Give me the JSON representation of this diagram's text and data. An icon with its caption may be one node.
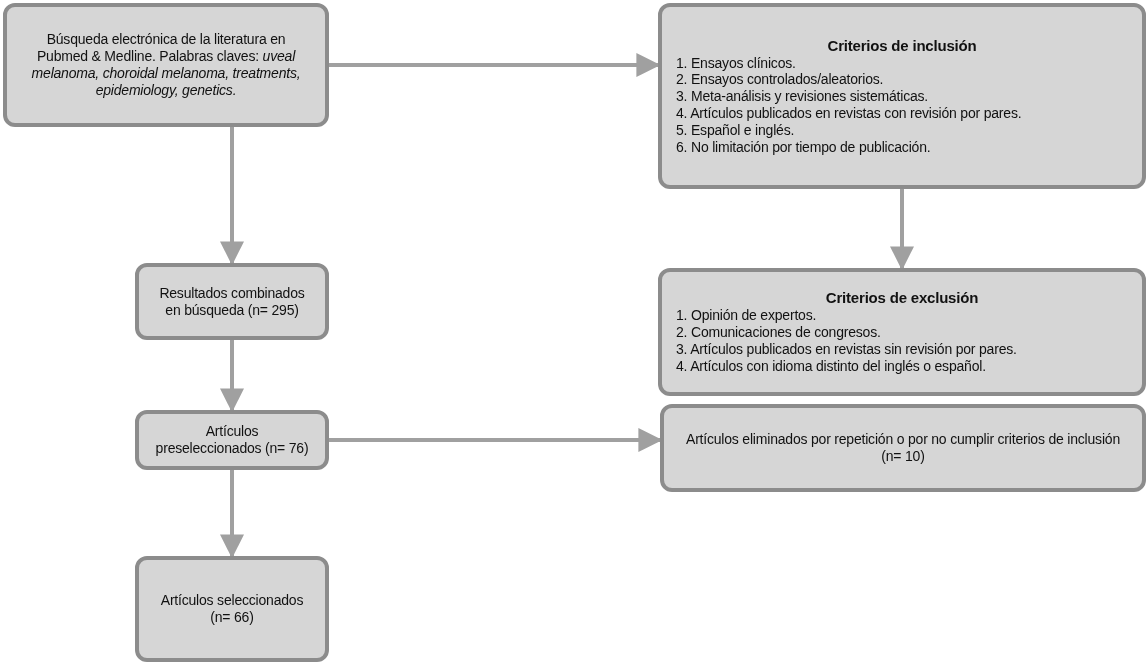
{
  "diagram": {
    "nodes": [
      {
        "text": [
          "Búsqueda electrónica de la literatura en Pubmed & Medline. Palabras claves: *uveal melanoma, choroidal melanoma, treatments, epidemiology, genetics.*"
        ]
      },
      {
        "text": [
          "Criterios de inclusión",
          "1. Ensayos clínicos.",
          "2. Ensayos controlados/aleatorios.",
          "3. Meta-análisis y revisiones sistemáticas.",
          "4. Artículos publicados en revistas con revisión por pares.",
          "5. Español e inglés.",
          "6. No limitación por tiempo de publicación."
        ]
      },
      {
        "text": [
          "Criterios de exclusión",
          "1. Opinión de expertos.",
          "2. Comunicaciones de congresos.",
          "3. Artículos publicados en revistas sin revisión por pares.",
          "4. Artículos con idioma distinto del inglés o español."
        ]
      },
      {
        "text": [
          "Resultados combinados en búsqueda (n= 295)"
        ]
      },
      {
        "text": [
          "Artículos preseleccionados (n= 76)"
        ]
      },
      {
        "text": [
          "Artículos eliminados por repetición o por no cumplir criterios de inclusión (n= 10)"
        ]
      },
      {
        "text": [
          "Artículos seleccionados (n= 66)"
        ]
      }
    ],
    "edges": [
      {
        "from": 0,
        "to": 1,
        "arrow": "to"
      },
      {
        "from": 0,
        "to": 3,
        "arrow": "to"
      },
      {
        "from": 1,
        "to": 2,
        "arrow": "to"
      },
      {
        "from": 3,
        "to": 4,
        "arrow": "to"
      },
      {
        "from": 4,
        "to": 5,
        "arrow": "to"
      },
      {
        "from": 4,
        "to": 6,
        "arrow": "to"
      }
    ]
  }
}
